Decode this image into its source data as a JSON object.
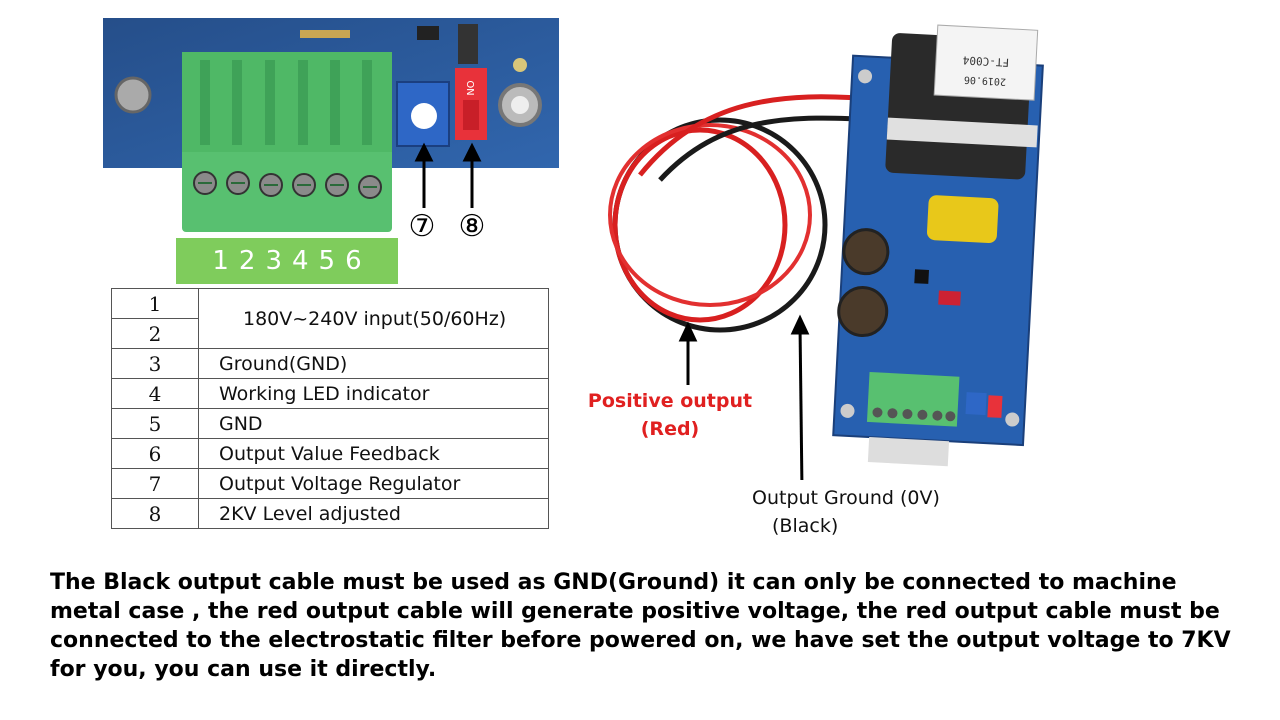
{
  "top_pcb": {
    "switch_label": "ON",
    "callouts": [
      "⑦",
      "⑧"
    ]
  },
  "pin_strip": [
    "1",
    "2",
    "3",
    "4",
    "5",
    "6"
  ],
  "pin_table": {
    "rows": [
      {
        "num": "1",
        "desc": "180V~240V input(50/60Hz)"
      },
      {
        "num": "2",
        "desc": ""
      },
      {
        "num": "3",
        "desc": "Ground(GND)"
      },
      {
        "num": "4",
        "desc": "Working LED indicator"
      },
      {
        "num": "5",
        "desc": "GND"
      },
      {
        "num": "6",
        "desc": "Output Value Feedback"
      },
      {
        "num": "7",
        "desc": "Output Voltage Regulator"
      },
      {
        "num": "8",
        "desc": "2KV Level adjusted"
      }
    ]
  },
  "module_labels": {
    "transformer_line1": "FT-C004",
    "transformer_line2": "2019.06"
  },
  "positive_output": {
    "line1": "Positive output",
    "line2": "(Red)",
    "color": "#e02020"
  },
  "ground_output": {
    "line1": "Output Ground (0V)",
    "line2": "(Black)"
  },
  "note": "The Black output cable must be used as  GND(Ground) it can only be connected to machine metal case , the red output cable will generate positive voltage, the red output cable must be connected to the electrostatic filter before powered on, we have set the output voltage to 7KV for you, you can use it directly."
}
